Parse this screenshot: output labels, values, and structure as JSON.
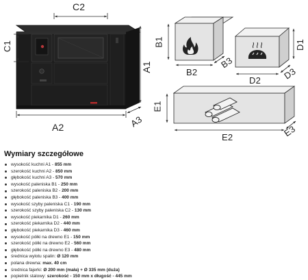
{
  "dimension_labels": {
    "stove": {
      "c1": "C1",
      "c2": "C2",
      "a1": "A1",
      "a2": "A2",
      "a3": "A3"
    },
    "firebox": {
      "b1": "B1",
      "b2": "B2",
      "b3": "B3"
    },
    "oven": {
      "d1": "D1",
      "d2": "D2",
      "d3": "D3"
    },
    "wood_shelf": {
      "e1": "E1",
      "e2": "E2",
      "e3": "E3"
    }
  },
  "specs": {
    "title": "Wymiary szczegółowe",
    "items": [
      {
        "label": "wysokość kuchni A1 - ",
        "value": "855 mm"
      },
      {
        "label": "szerokość kuchni A2 - ",
        "value": "850 mm"
      },
      {
        "label": "głębokość kuchni A3 - ",
        "value": "570 mm"
      },
      {
        "label": "wysokość paleniska B1 - ",
        "value": "250 mm"
      },
      {
        "label": "szerokość paleniska B2 - ",
        "value": "200 mm"
      },
      {
        "label": "głębokość paleniska B3 - ",
        "value": "400 mm"
      },
      {
        "label": "wysokość szyby paleniska C1 - ",
        "value": "190 mm"
      },
      {
        "label": "szerokość szyby paleniska C2 - ",
        "value": "130 mm"
      },
      {
        "label": "wysokość piekarnika D1 - ",
        "value": "260 mm"
      },
      {
        "label": "szerokość piekarnika D2 - ",
        "value": "440 mm"
      },
      {
        "label": "głębokość piekarnika D3 - ",
        "value": "460 mm"
      },
      {
        "label": "wysokość półki na drewno E1 - ",
        "value": "150 mm"
      },
      {
        "label": "szerokość półki na drewno E2 - ",
        "value": "560 mm"
      },
      {
        "label": "głębokość półki na drewno E3 - ",
        "value": "480 mm"
      },
      {
        "label": "średnica wylotu spalin: ",
        "value": "Ø 120 mm"
      },
      {
        "label": "polana drewna: ",
        "value": "max. 40 cm"
      },
      {
        "label": "średnica fajerki: ",
        "value": "Ø 200 mm (mała) + Ø 335 mm (duża)"
      },
      {
        "label": "popielnik stalowy: ",
        "value": "szerokość - 150 mm x długość - 445 mm"
      }
    ]
  },
  "colors": {
    "stove_body": "#1c1c1c",
    "box_fill": "#e4e4e4",
    "line": "#2a2a2a",
    "flame": "#222222"
  },
  "icons": [
    "fire-icon",
    "bread-icon",
    "firewood-icon"
  ]
}
